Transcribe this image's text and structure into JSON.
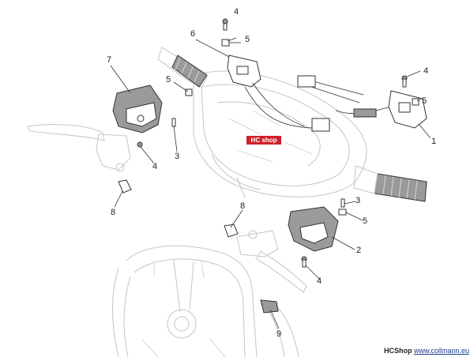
{
  "watermark": {
    "brand": "HC",
    "word": "shop"
  },
  "footer": {
    "company": "HCShop",
    "website": "www.collmann.eu"
  },
  "callouts": [
    {
      "id": "c1",
      "label": "1"
    },
    {
      "id": "c2",
      "label": "2"
    },
    {
      "id": "c3a",
      "label": "3"
    },
    {
      "id": "c3b",
      "label": "3"
    },
    {
      "id": "c4a",
      "label": "4"
    },
    {
      "id": "c4b",
      "label": "4"
    },
    {
      "id": "c4c",
      "label": "4"
    },
    {
      "id": "c4d",
      "label": "4"
    },
    {
      "id": "c5a",
      "label": "5"
    },
    {
      "id": "c5b",
      "label": "5"
    },
    {
      "id": "c5c",
      "label": "5"
    },
    {
      "id": "c5d",
      "label": "5"
    },
    {
      "id": "c6",
      "label": "6"
    },
    {
      "id": "c7",
      "label": "7"
    },
    {
      "id": "c8a",
      "label": "8"
    },
    {
      "id": "c8b",
      "label": "8"
    },
    {
      "id": "c9",
      "label": "9"
    }
  ],
  "colors": {
    "watermark_bg": "#d0202a",
    "footer_link": "#1a3c8c"
  }
}
